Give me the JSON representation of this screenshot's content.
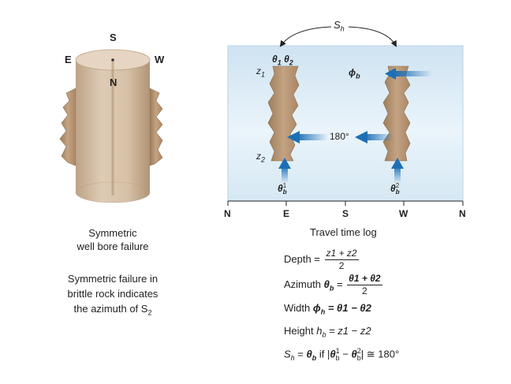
{
  "borehole": {
    "compass": {
      "s": "S",
      "e": "E",
      "w": "W",
      "n": "N"
    },
    "caption_line1": "Symmetric",
    "caption_line2": "well bore failure"
  },
  "note": {
    "line1": "Symmetric failure in",
    "line2": "brittle rock indicates",
    "line3_prefix": "the azimuth of S",
    "line3_sub": "2"
  },
  "log": {
    "sh_label": "S",
    "sh_sub": "h",
    "theta1": "θ",
    "theta1_sub": "1",
    "theta2": "θ",
    "theta2_sub": "2",
    "z1": "z",
    "z1_sub": "1",
    "z2": "z",
    "z2_sub": "2",
    "phi": "ϕ",
    "phi_sub": "b",
    "angle": "180°",
    "theta_b": "θ",
    "theta_b_sub": "b",
    "theta_b1_sup": "1",
    "theta_b2_sup": "2",
    "axis_ticks": [
      "N",
      "E",
      "S",
      "W",
      "N"
    ],
    "axis_title": "Travel time log"
  },
  "formulas": {
    "depth_label": "Depth =",
    "depth_num": "z1 + z2",
    "depth_den": "2",
    "azimuth_label": "Azimuth",
    "azimuth_num": "θ1 + θ2",
    "azimuth_den": "2",
    "width_label": "Width",
    "width_expr": "= θ1 − θ2",
    "height_label": "Height",
    "height_expr": "= z1 − z2",
    "sh_condition_if": "if",
    "sh_condition_tail": "≅ 180°"
  },
  "colors": {
    "rock": "#c9a98c",
    "rock_dark": "#a7865f",
    "cylinder": "#d9c2a7",
    "cylinder_top": "#e4d2bd",
    "panel_top": "#d2e6f4",
    "panel_mid": "#eef6fb",
    "arrow": "#1d6fb5"
  }
}
